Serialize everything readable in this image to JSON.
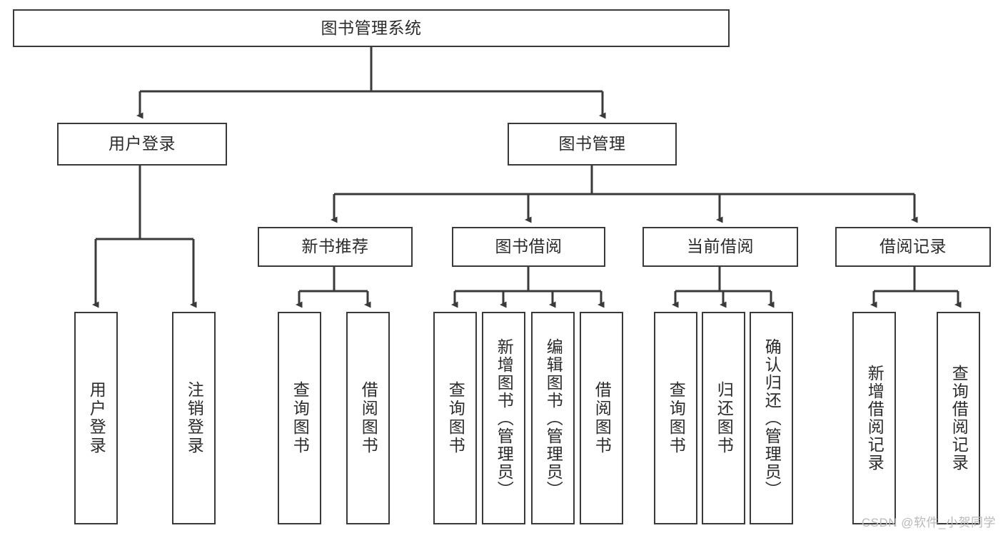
{
  "diagram": {
    "type": "tree-flowchart",
    "title": "图书管理系统",
    "watermark": "CSDN @软件_小贺同学",
    "colors": {
      "background": "#ffffff",
      "stroke": "#3a3a3a",
      "text": "#2b2b2b",
      "watermark": "#b9b9b9"
    },
    "root": {
      "label": "图书管理系统"
    },
    "level2": [
      {
        "label": "用户登录"
      },
      {
        "label": "图书管理"
      }
    ],
    "level3": [
      {
        "label": "新书推荐"
      },
      {
        "label": "图书借阅"
      },
      {
        "label": "当前借阅"
      },
      {
        "label": "借阅记录"
      }
    ],
    "leaves": {
      "user_login": [
        {
          "label": "用户登录"
        },
        {
          "label": "注销登录"
        }
      ],
      "new_book": [
        {
          "label": "查询图书"
        },
        {
          "label": "借阅图书"
        }
      ],
      "borrow_book": [
        {
          "label": "查询图书"
        },
        {
          "label": "新增图书（管理员）"
        },
        {
          "label": "编辑图书（管理员）"
        },
        {
          "label": "借阅图书"
        }
      ],
      "current_borrow": [
        {
          "label": "查询图书"
        },
        {
          "label": "归还图书"
        },
        {
          "label": "确认归还（管理员）"
        }
      ],
      "borrow_record": [
        {
          "label": "新增借阅记录"
        },
        {
          "label": "查询借阅记录"
        }
      ]
    }
  }
}
